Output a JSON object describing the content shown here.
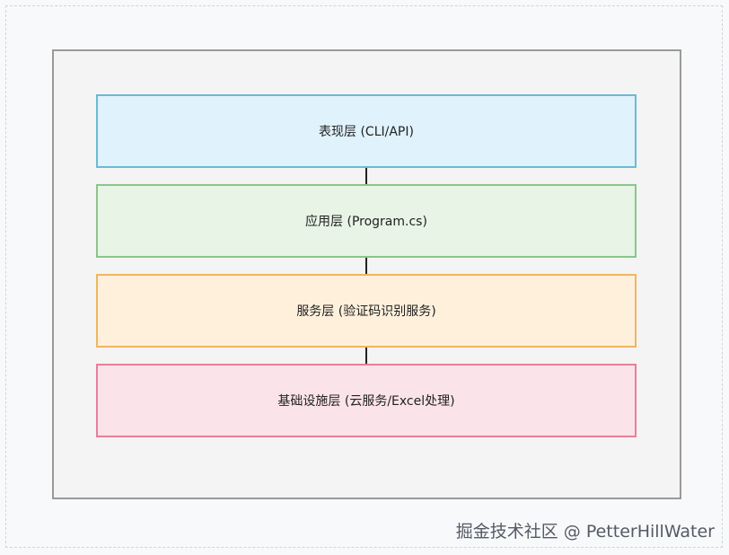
{
  "diagram": {
    "layers": [
      {
        "label": "表现层 (CLI/API)",
        "fill": "#e0f2fc",
        "stroke": "#6bbad6"
      },
      {
        "label": "应用层 (Program.cs)",
        "fill": "#e7f4e6",
        "stroke": "#8ac68a"
      },
      {
        "label": "服务层 (验证码识别服务)",
        "fill": "#fff0dc",
        "stroke": "#f0b660"
      },
      {
        "label": "基础设施层 (云服务/Excel处理)",
        "fill": "#fbe3ea",
        "stroke": "#e87f9a"
      }
    ],
    "connector_color": "#222222",
    "frame_fill": "#f4f4f4",
    "frame_stroke": "#9a9a9a"
  },
  "watermark": "掘金技术社区 @ PetterHillWater"
}
